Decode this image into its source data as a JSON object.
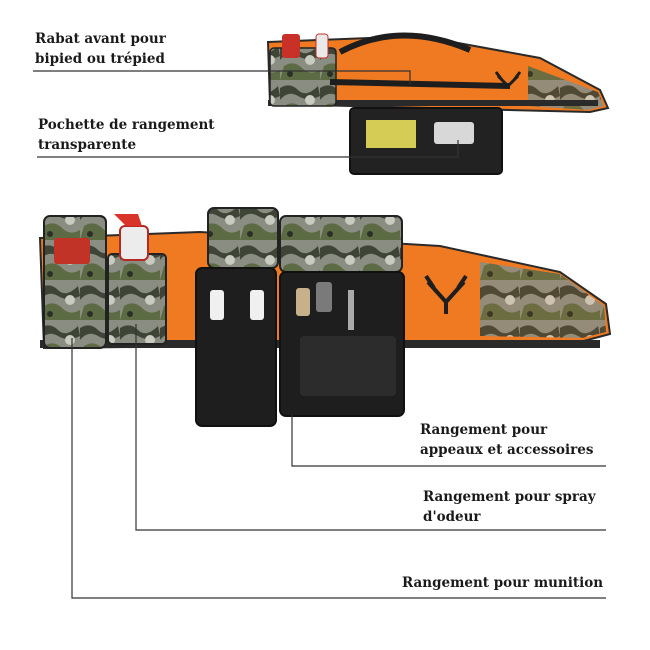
{
  "callouts": {
    "bipod_line1": "Rabat avant pour",
    "bipod_line2": "bipied ou trépied",
    "pouch_line1": "Pochette de rangement",
    "pouch_line2": "transparente",
    "calls_line1": "Rangement pour",
    "calls_line2": "appeaux et accessoires",
    "spray_line1": "Rangement pour spray",
    "spray_line2": "d'odeur",
    "ammo": "Rangement pour munition"
  },
  "colors": {
    "orange": "#f07a21",
    "camo_gray": "#8a8d82",
    "camo_dark": "#3e4436",
    "camo_green": "#5d6b45",
    "black": "#1e1e1e",
    "line": "#333333"
  },
  "icons": {
    "elk": "elk-skull-logo-icon"
  }
}
